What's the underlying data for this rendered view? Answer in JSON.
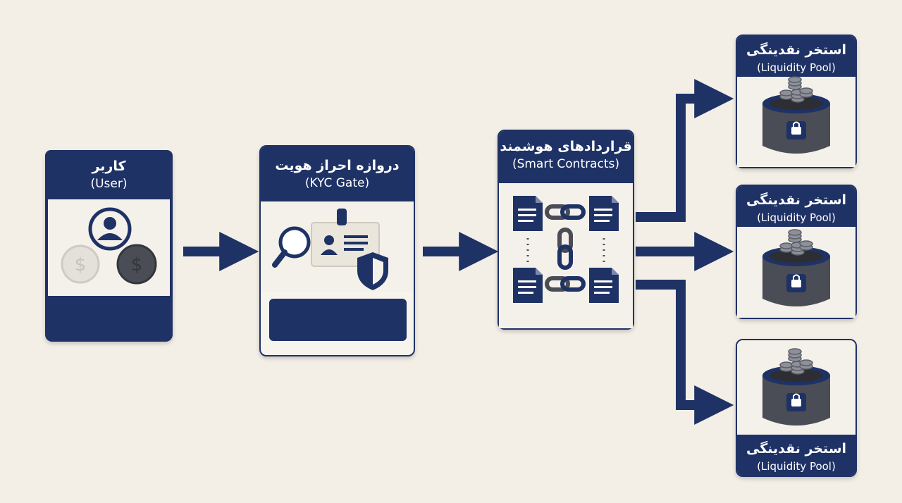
{
  "user": {
    "title_fa": "کاربر",
    "title_en": "(User)"
  },
  "kyc": {
    "title_fa": "دروازه احراز هویت",
    "title_en": "(KYC Gate)"
  },
  "contracts": {
    "title_fa": "قراردادهای هوشمند",
    "title_en": "(Smart Contracts)"
  },
  "pools": [
    {
      "title_fa": "استخر نقدینگی",
      "title_en": "(Liquidity Pool)"
    },
    {
      "title_fa": "استخر نقدینگی",
      "title_en": "(Liquidity Pool)"
    },
    {
      "title_fa": "استخر نقدینگی",
      "title_en": "(Liquidity Pool)"
    }
  ],
  "colors": {
    "navy": "#1f3266",
    "background": "#f3efe7",
    "panel": "#f4f1ea",
    "dark_gray": "#4a4d55"
  },
  "icons": [
    "user-icon",
    "coin-icon",
    "magnifier-icon",
    "id-card-icon",
    "shield-icon",
    "document-icon",
    "chain-link-icon",
    "pool-container-icon",
    "lock-icon",
    "coin-stack-icon"
  ]
}
